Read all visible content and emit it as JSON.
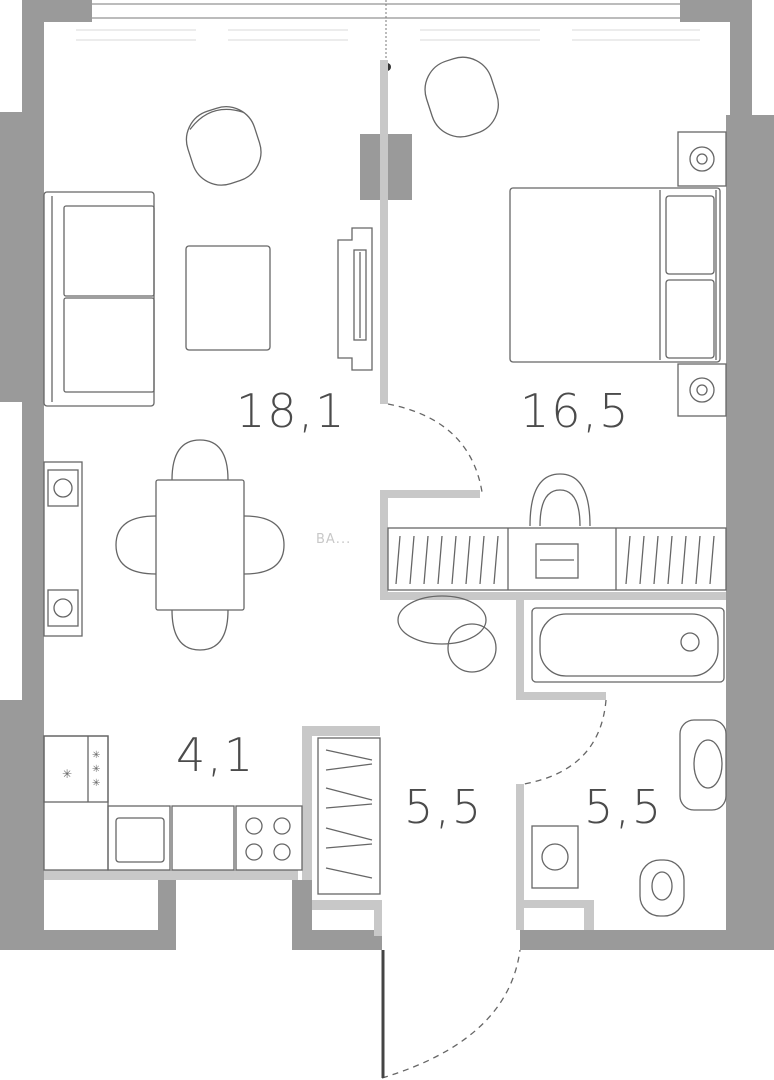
{
  "plan": {
    "rooms": [
      {
        "id": "living-room",
        "area": "18,1"
      },
      {
        "id": "bedroom",
        "area": "16,5"
      },
      {
        "id": "kitchen",
        "area": "4,1"
      },
      {
        "id": "hallway",
        "area": "5,5"
      },
      {
        "id": "bathroom",
        "area": "5,5"
      }
    ],
    "watermark": "ВА..."
  },
  "colors": {
    "wall": "#9a9a9a",
    "partition": "#c8c8c8",
    "line": "#5a5a5a",
    "text": "#4b4b4b"
  }
}
